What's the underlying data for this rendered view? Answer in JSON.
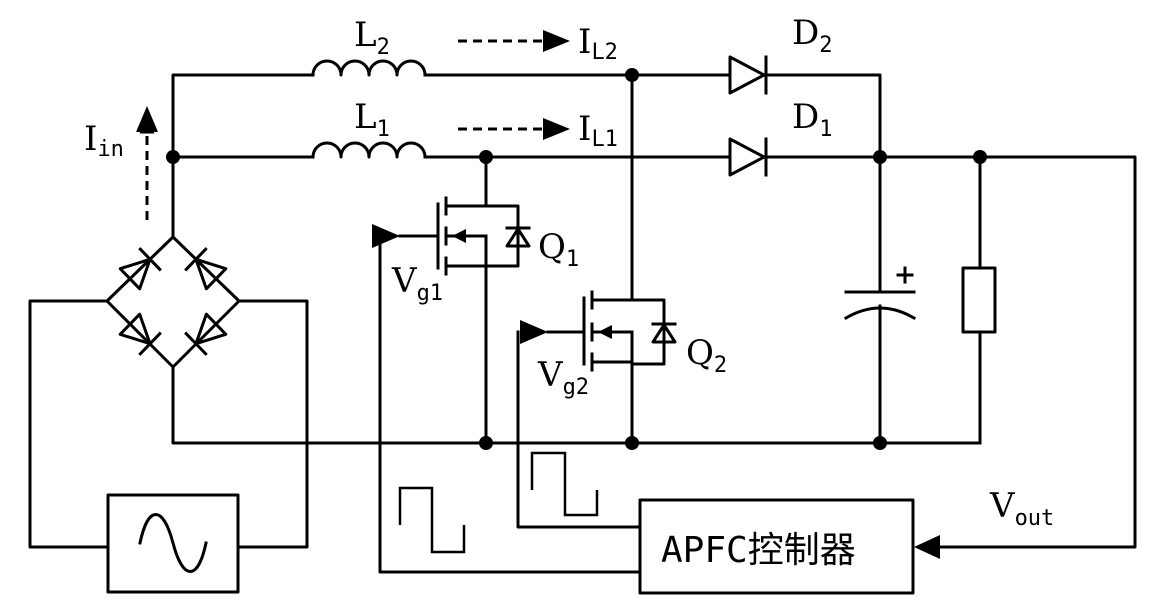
{
  "labels": {
    "L2": {
      "main": "L",
      "sub": "2"
    },
    "L1": {
      "main": "L",
      "sub": "1"
    },
    "IL2": {
      "main": "I",
      "sub": "L2"
    },
    "IL1": {
      "main": "I",
      "sub": "L1"
    },
    "D2": {
      "main": "D",
      "sub": "2"
    },
    "D1": {
      "main": "D",
      "sub": "1"
    },
    "Iin": {
      "main": "I",
      "sub": "in"
    },
    "Q1": {
      "main": "Q",
      "sub": "1"
    },
    "Q2": {
      "main": "Q",
      "sub": "2"
    },
    "Vg1": {
      "main": "V",
      "sub": "g1"
    },
    "Vg2": {
      "main": "V",
      "sub": "g2"
    },
    "Vout": {
      "main": "V",
      "sub": "out"
    }
  },
  "controller": {
    "label": "APFC控制器"
  },
  "icons": [
    "sine-source-icon",
    "inductor-icon",
    "diode-icon",
    "mosfet-icon",
    "capacitor-icon",
    "resistor-icon",
    "bridge-rectifier-icon",
    "square-wave-icon"
  ]
}
